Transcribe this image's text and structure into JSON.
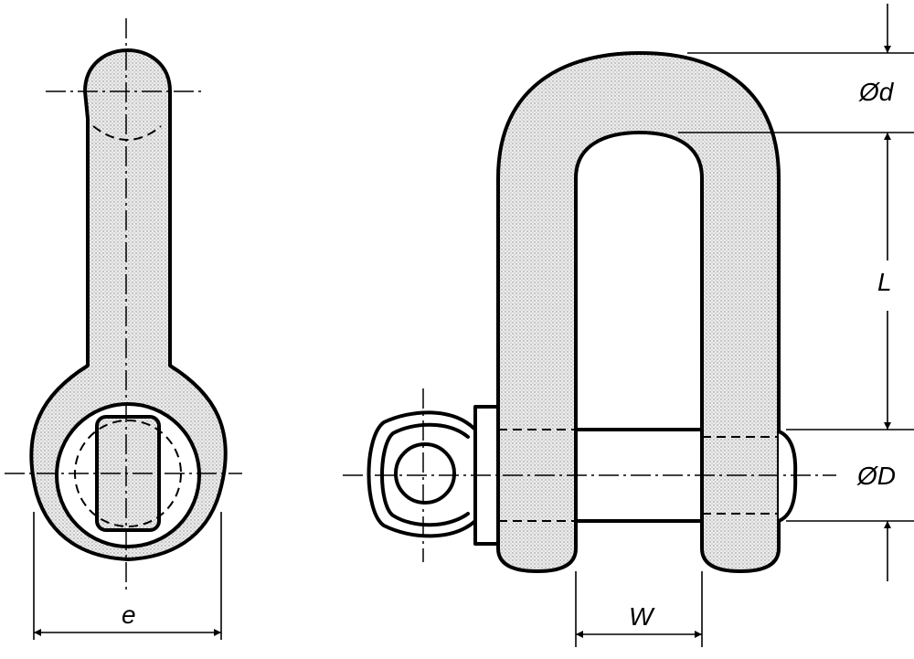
{
  "labels": {
    "e": "e",
    "w": "W",
    "d_small": "Ød",
    "l": "L",
    "d_large": "ØD"
  }
}
